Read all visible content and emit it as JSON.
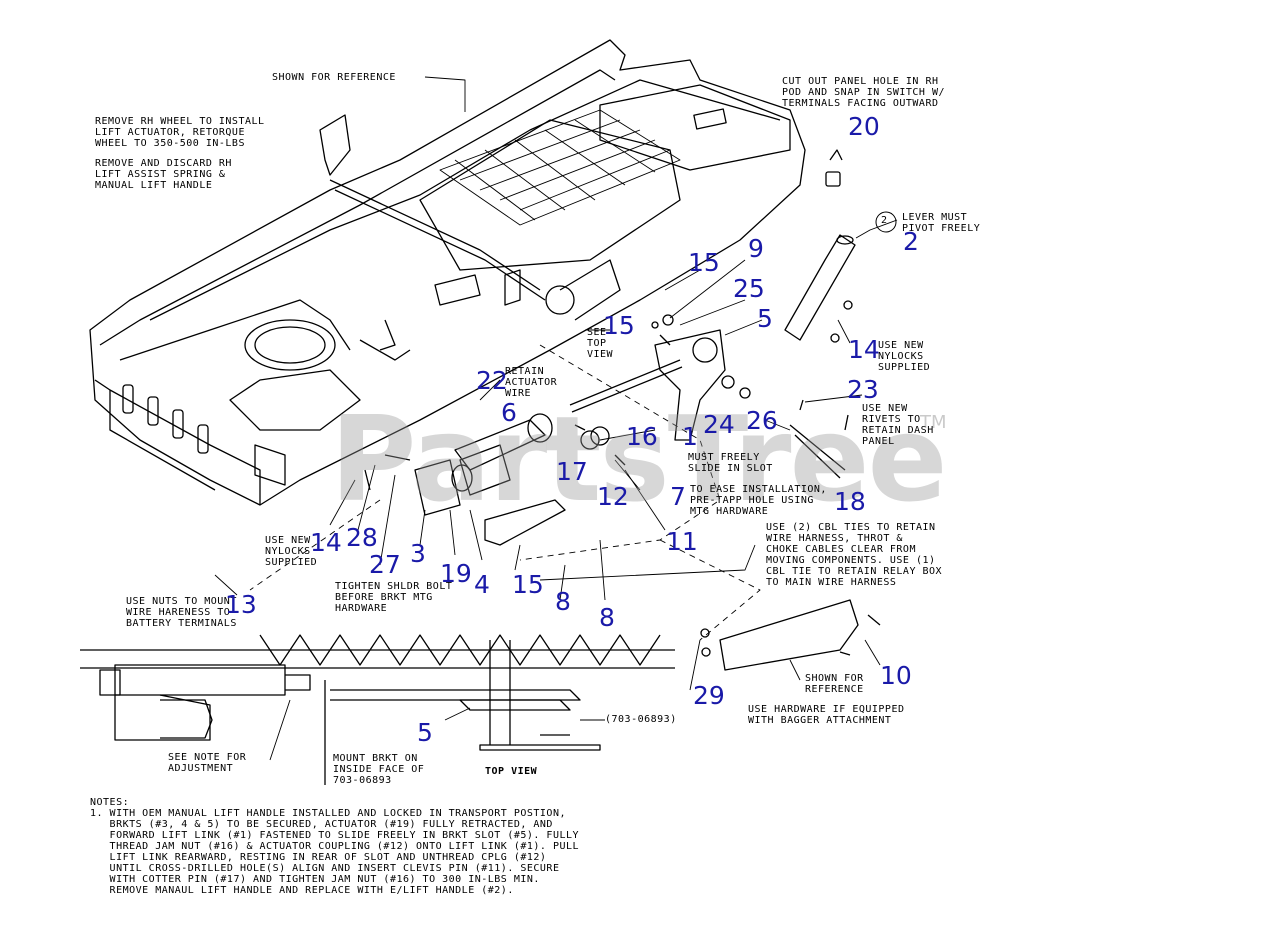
{
  "watermark": {
    "text": "PartsTree",
    "tm": "TM"
  },
  "annotations": {
    "shown_for_reference_top": "SHOWN FOR REFERENCE",
    "remove_rh_wheel": "REMOVE RH WHEEL TO INSTALL\nLIFT ACTUATOR, RETORQUE\nWHEEL TO 350-500 IN-LBS",
    "remove_discard": "REMOVE AND DISCARD RH\nLIFT ASSIST SPRING &\nMANUAL LIFT HANDLE",
    "cut_out_panel": "CUT OUT PANEL HOLE IN RH\nPOD AND SNAP IN SWITCH W/\nTERMINALS FACING OUTWARD",
    "lever_must_pivot": "LEVER MUST\nPIVOT FREELY",
    "see_top_view": "SEE\nTOP\nVIEW",
    "retain_actuator_wire": "RETAIN\nACTUATOR\nWIRE",
    "use_new_nylocks_right": "USE NEW\nNYLOCKS\nSUPPLIED",
    "use_new_rivets": "USE NEW\nRIVETS TO\nRETAIN DASH\nPANEL",
    "must_freely_slide": "MUST FREELY\nSLIDE IN SLOT",
    "to_ease_installation": "TO EASE INSTALLATION,\nPRE-TAPP HOLE USING\nMTG HARDWARE",
    "use_2_cbl_ties": "USE (2) CBL TIES TO RETAIN\nWIRE HARNESS, THROT &\nCHOKE CABLES CLEAR FROM\nMOVING COMPONENTS. USE (1)\nCBL TIE TO RETAIN RELAY BOX\nTO MAIN WIRE HARNESS",
    "use_new_nylocks_left": "USE NEW\nNYLOCKS\nSUPPLIED",
    "tighten_shldr_bolt": "TIGHTEN SHLDR BOLT\nBEFORE BRKT MTG\nHARDWARE",
    "use_nuts_to_mount": "USE NUTS TO MOUNT\nWIRE HARENESS TO\nBATTERY TERMINALS",
    "shown_for_reference_bottom": "SHOWN FOR\nREFERENCE",
    "use_hardware_bagger": "USE HARDWARE IF EQUIPPED\nWITH BAGGER ATTACHMENT",
    "part_number_ref": "(703-06893)",
    "see_note_adjustment": "SEE NOTE FOR\nADJUSTMENT",
    "mount_brkt": "MOUNT BRKT ON\nINSIDE FACE OF\n703-06893",
    "top_view": "TOP VIEW",
    "circled_2": "2"
  },
  "notes": {
    "heading": "NOTES:",
    "body": "1. WITH OEM MANUAL LIFT HANDLE INSTALLED AND LOCKED IN TRANSPORT POSTION,\n   BRKTS (#3, 4 & 5) TO BE SECURED, ACTUATOR (#19) FULLY RETRACTED, AND\n   FORWARD LIFT LINK (#1) FASTENED TO SLIDE FREELY IN BRKT SLOT (#5). FULLY\n   THREAD JAM NUT (#16) & ACTUATOR COUPLING (#12) ONTO LIFT LINK (#1). PULL\n   LIFT LINK REARWARD, RESTING IN REAR OF SLOT AND UNTHREAD CPLG (#12)\n   UNTIL CROSS-DRILLED HOLE(S) ALIGN AND INSERT CLEVIS PIN (#11). SECURE\n   WITH COTTER PIN (#17) AND TIGHTEN JAM NUT (#16) TO 300 IN-LBS MIN.\n   REMOVE MANAUL LIFT HANDLE AND REPLACE WITH E/LIFT HANDLE (#2)."
  },
  "callouts": {
    "c20": "20",
    "c2": "2",
    "c9": "9",
    "c15a": "15",
    "c25": "25",
    "c15b": "15",
    "c5a": "5",
    "c14a": "14",
    "c23": "23",
    "c22": "22",
    "c6": "6",
    "c24": "24",
    "c26": "26",
    "c16": "16",
    "c1": "1",
    "c17": "17",
    "c12": "12",
    "c7": "7",
    "c18": "18",
    "c11": "11",
    "c14b": "14",
    "c28": "28",
    "c3": "3",
    "c27": "27",
    "c19": "19",
    "c4": "4",
    "c15c": "15",
    "c8a": "8",
    "c8b": "8",
    "c13": "13",
    "c10": "10",
    "c29": "29",
    "c5b": "5"
  },
  "colors": {
    "callout": "#1a1aa8",
    "line": "#000000",
    "watermark": "#969696"
  }
}
